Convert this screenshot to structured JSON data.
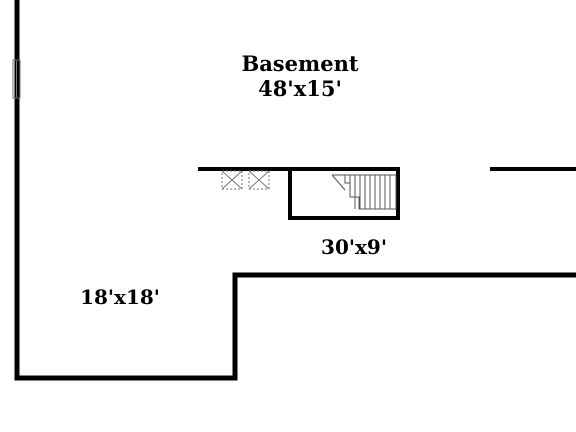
{
  "rooms": {
    "basement": {
      "name": "Basement",
      "dimensions": "48'x15'"
    },
    "hall": {
      "dimensions": "30'x9'"
    },
    "room": {
      "dimensions": "18'x18'"
    }
  },
  "colors": {
    "wall": "#000000",
    "background": "#ffffff",
    "fixture": "#777777"
  }
}
